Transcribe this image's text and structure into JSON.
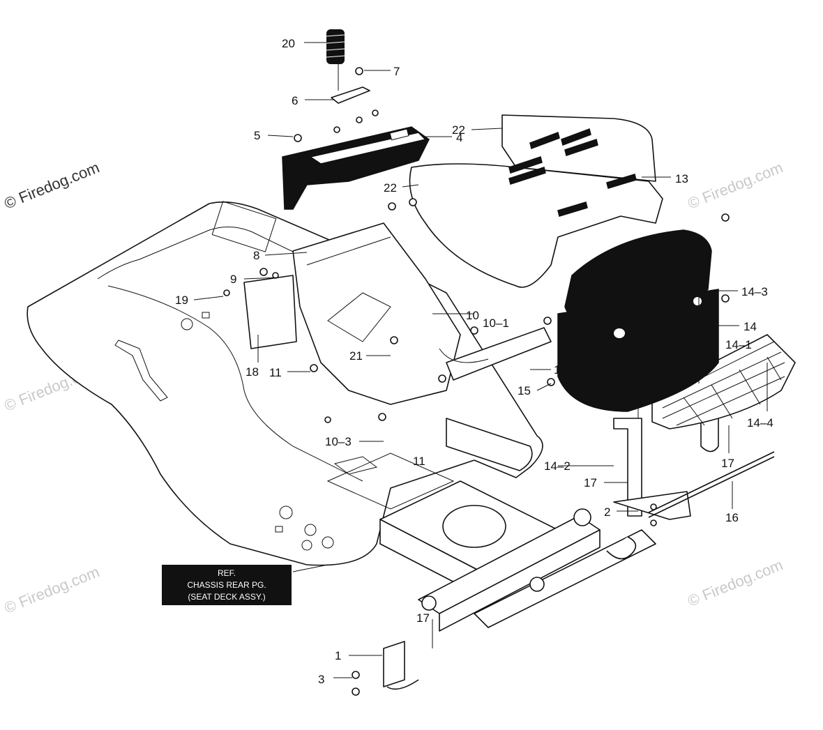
{
  "watermark": {
    "main": "© Firedog.com",
    "repeat": "© Firedog.com"
  },
  "reference_box": {
    "line1": "REF.",
    "line2": "CHASSIS REAR PG.",
    "line3": "(SEAT DECK ASSY.)"
  },
  "callouts": {
    "c20": "20",
    "c7": "7",
    "c6": "6",
    "c5": "5",
    "c4": "4",
    "c22a": "22",
    "c22b": "22",
    "c13": "13",
    "c8": "8",
    "c9": "9",
    "c19": "19",
    "c10": "10",
    "c10_1": "10–1",
    "c14_3": "14–3",
    "c14": "14",
    "c14_1": "14–1",
    "c18": "18",
    "c21": "21",
    "c11a": "11",
    "c10_2": "10–2",
    "c15": "15",
    "c14_4": "14–4",
    "c10_3": "10–3",
    "c11b": "11",
    "c14_2": "14–2",
    "c17a": "17",
    "c17b": "17",
    "c2": "2",
    "c16": "16",
    "c17c": "17",
    "c1": "1",
    "c3": "3"
  },
  "colors": {
    "line": "#111111",
    "fill_dark": "#111111",
    "watermark": "#c9c9c9",
    "background": "#ffffff"
  }
}
